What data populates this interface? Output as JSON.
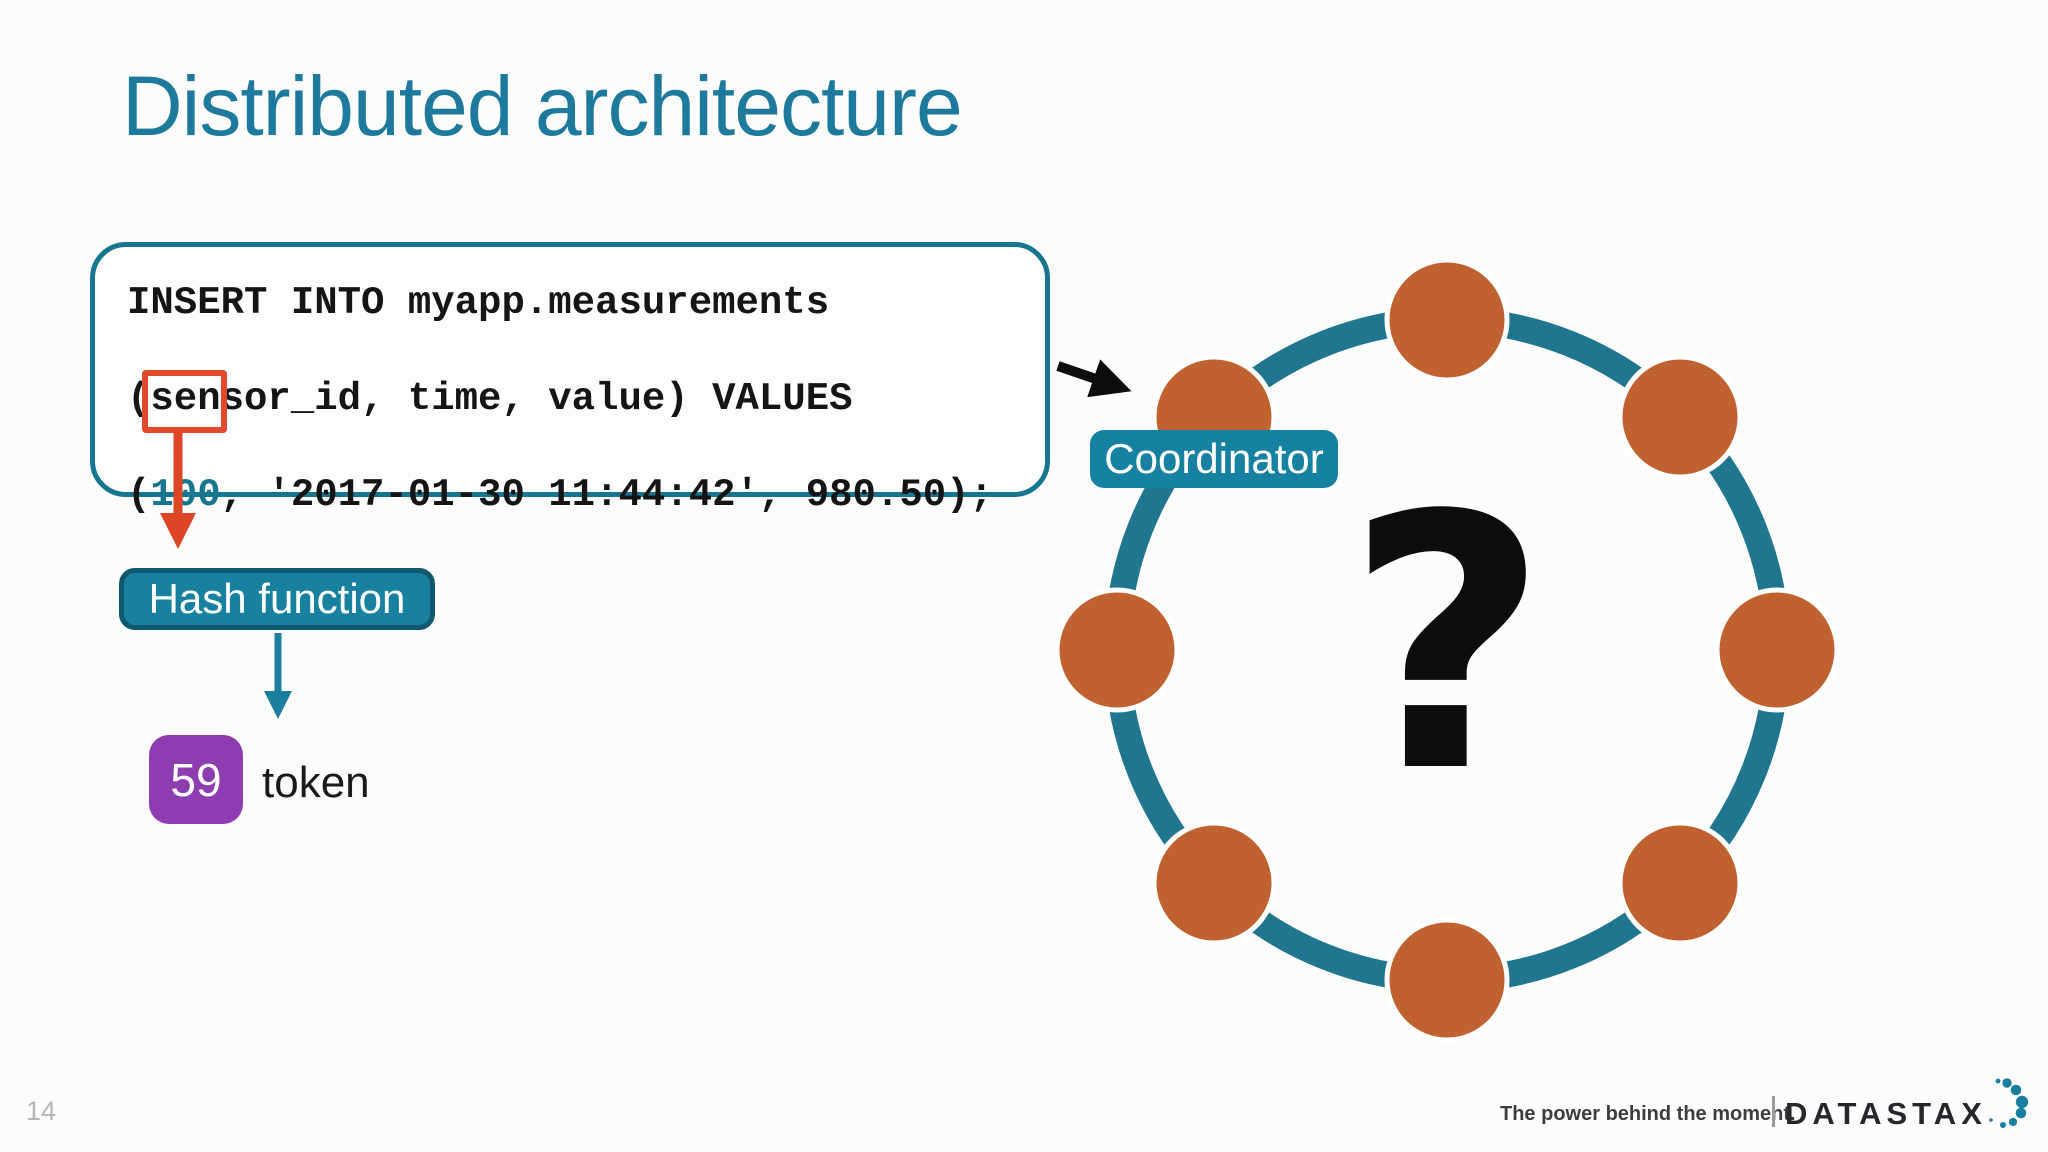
{
  "slide": {
    "title": "Distributed architecture",
    "page_number": "14",
    "background_color": "#fcfcfc",
    "title_color": "#1d7a9c"
  },
  "code_box": {
    "line1": "INSERT INTO myapp.measurements",
    "line2": "(sensor_id, time, value) VALUES",
    "line3_open": "(",
    "line3_key": "100",
    "line3_rest": ", '2017-01-30 11:44:42', 980.50);",
    "border_color": "#16768f",
    "key_color": "#16768f",
    "key_highlight_box_color": "#e0492b"
  },
  "flow": {
    "hash_button_label": "Hash function",
    "token_value": "59",
    "token_label": "token",
    "red_arrow_color": "#dd4527",
    "teal_arrow_color": "#1a7f9e",
    "token_box_color": "#8d3daf"
  },
  "ring": {
    "coordinator_label": "Coordinator",
    "center_symbol": "?",
    "node_count": 8,
    "ring_color": "#20768f",
    "node_color": "#c0622f",
    "label_bg_color": "#1781a2",
    "black_arrow_color": "#0d0d0d"
  },
  "footer": {
    "tagline": "The power behind the moment.",
    "brand": "DATASTAX",
    "dot_color": "#1a7f9e"
  }
}
